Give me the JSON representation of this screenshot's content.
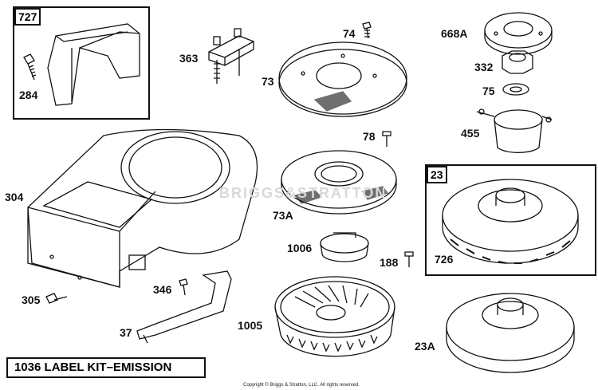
{
  "callouts": {
    "p727": "727",
    "p284": "284",
    "p363": "363",
    "p74": "74",
    "p73": "73",
    "p668a": "668A",
    "p332": "332",
    "p75": "75",
    "p455": "455",
    "p78": "78",
    "p304": "304",
    "p73a": "73A",
    "p23": "23",
    "p1006": "1006",
    "p188": "188",
    "p726": "726",
    "p305": "305",
    "p346": "346",
    "p37": "37",
    "p1005": "1005",
    "p23a": "23A"
  },
  "kit_label": "1036 LABEL KIT–EMISSION",
  "watermark": "BRIGGS&STRATTON",
  "copyright": "Copyright © Briggs & Stratton, LLC. All rights reserved."
}
